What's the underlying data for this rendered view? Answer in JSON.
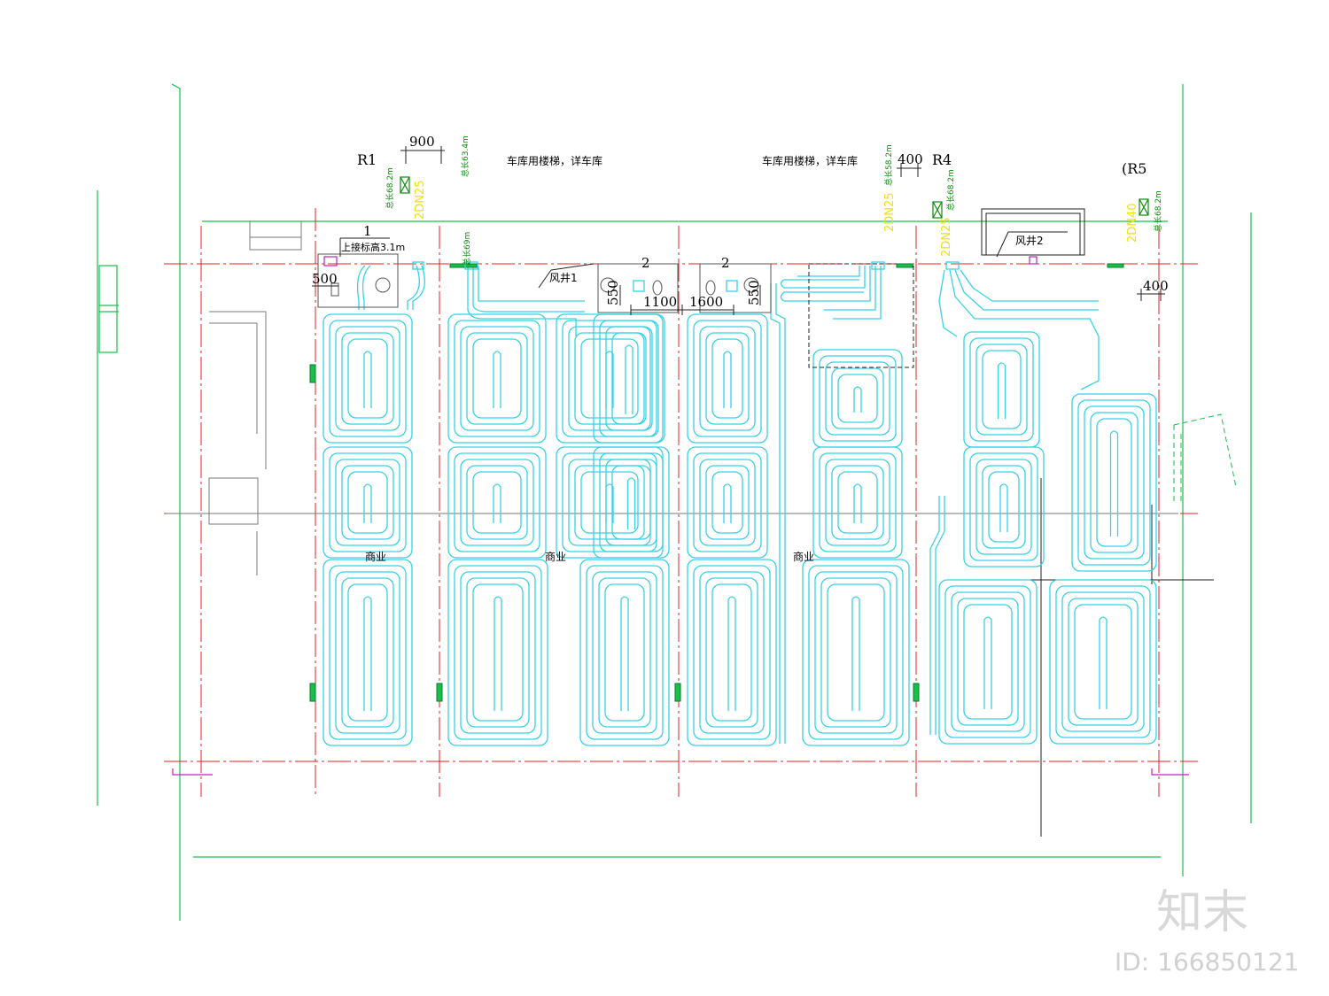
{
  "texts": {
    "stair_left": "车库用楼梯，详车库",
    "stair_right": "车库用楼梯，详车库",
    "room_1": "商业",
    "room_2": "商业",
    "room_3": "商业",
    "shaft_1": "风井1",
    "shaft_2": "风井2"
  },
  "riser_labels": {
    "r1": "R1",
    "r4": "R4",
    "r5": "(R5"
  },
  "dimensions": {
    "d900": "900",
    "d400a": "400",
    "d400b": "400",
    "d500": "500",
    "d550a": "550",
    "d550b": "550",
    "d1100": "1100",
    "d1600": "1600"
  },
  "markers": {
    "m1": "1",
    "m2a": "2",
    "m2b": "2"
  },
  "notes": {
    "elev": "上接标高3.1m"
  },
  "pipe_labels": {
    "p1": "2DN25",
    "p2": "2DN25",
    "p3": "2DN25",
    "p4": "2DN40"
  },
  "green_notes": {
    "g1": "总长68.2m",
    "g2": "总长63.4m",
    "g3": "总长58.2m",
    "g4": "总长68.2m",
    "g5": "总长68.2m",
    "g6": "总长69m"
  },
  "watermark": {
    "brand": "知末",
    "id": "ID: 166850121"
  },
  "colors": {
    "pipe": "#37d2e6",
    "grid": "#e02020",
    "wall": "#16c04a",
    "annotation_yellow": "#f2e200",
    "magenta": "#c020c0"
  }
}
